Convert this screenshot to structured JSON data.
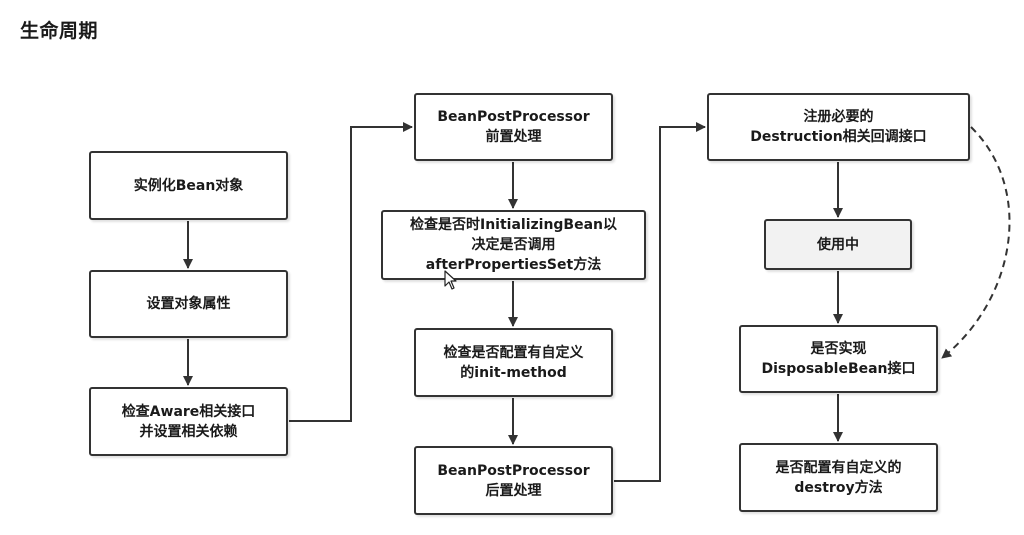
{
  "page": {
    "title": "生命周期"
  },
  "nodes": {
    "n1": {
      "lines": [
        "实例化Bean对象"
      ]
    },
    "n2": {
      "lines": [
        "设置对象属性"
      ]
    },
    "n3": {
      "lines": [
        "检查Aware相关接口",
        "并设置相关依赖"
      ]
    },
    "n4": {
      "lines": [
        "BeanPostProcessor",
        "前置处理"
      ]
    },
    "n5": {
      "lines": [
        "检查是否时InitializingBean以",
        "决定是否调用",
        "afterPropertiesSet方法"
      ]
    },
    "n6": {
      "lines": [
        "检查是否配置有自定义",
        "的init-method"
      ]
    },
    "n7": {
      "lines": [
        "BeanPostProcessor",
        "后置处理"
      ]
    },
    "n8": {
      "lines": [
        "注册必要的",
        "Destruction相关回调接口"
      ]
    },
    "n9": {
      "lines": [
        "使用中"
      ]
    },
    "n10": {
      "lines": [
        "是否实现",
        "DisposableBean接口"
      ]
    },
    "n11": {
      "lines": [
        "是否配置有自定义的",
        "destroy方法"
      ]
    }
  },
  "colors": {
    "line": "#333333",
    "shaded_fill": "#f2f2f2"
  },
  "icons": {
    "cursor": "mouse-pointer-icon"
  }
}
